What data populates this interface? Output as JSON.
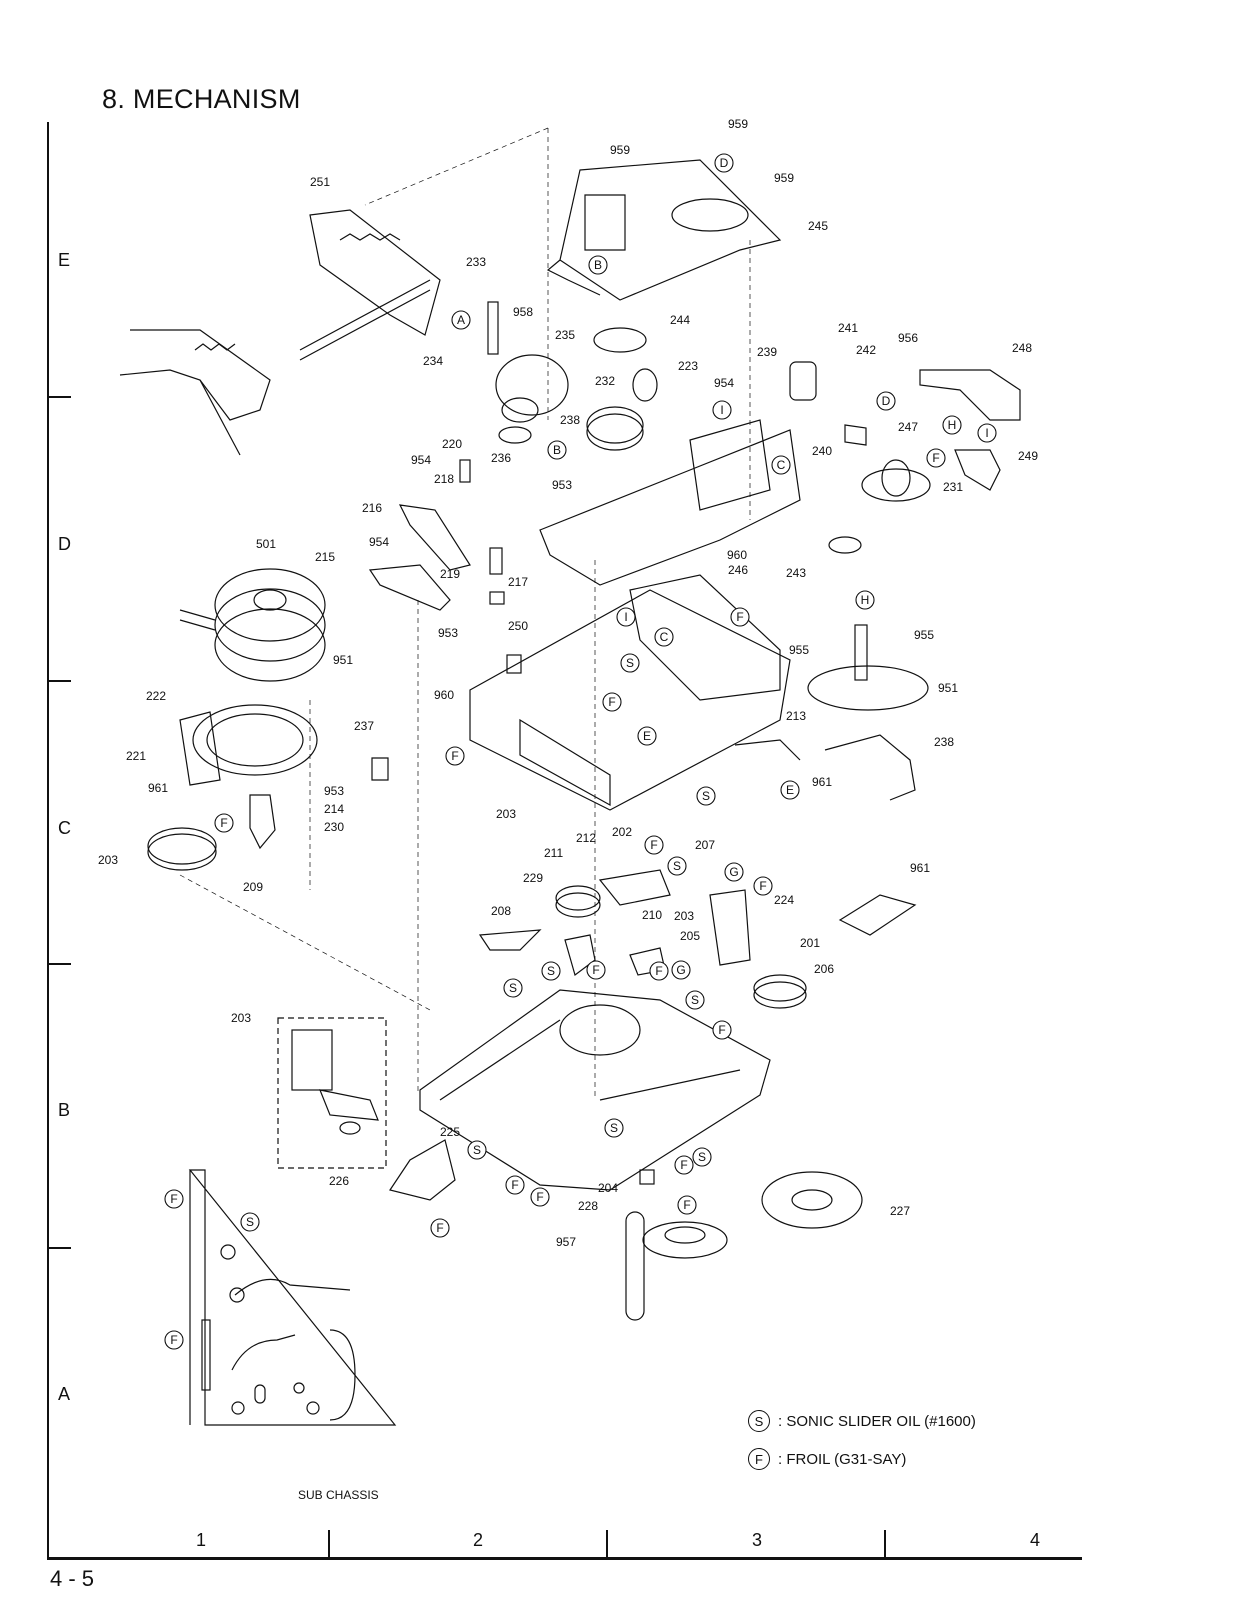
{
  "title": "8. MECHANISM",
  "page_number": "4 - 5",
  "row_labels": [
    "E",
    "D",
    "C",
    "B",
    "A"
  ],
  "column_labels": [
    "1",
    "2",
    "3",
    "4"
  ],
  "sub_chassis_label": "SUB CHASSIS",
  "legend": [
    {
      "symbol": "S",
      "text": ": SONIC SLIDER OIL (#1600)"
    },
    {
      "symbol": "F",
      "text": ": FROIL (G31-SAY)"
    }
  ],
  "part_labels": [
    "959",
    "959",
    "959",
    "245",
    "251",
    "233",
    "958",
    "244",
    "241",
    "956",
    "248",
    "235",
    "223",
    "242",
    "239",
    "232",
    "954",
    "234",
    "247",
    "238",
    "240",
    "236",
    "249",
    "231",
    "220",
    "954",
    "953",
    "218",
    "216",
    "954",
    "960",
    "215",
    "219",
    "217",
    "243",
    "501",
    "250",
    "953",
    "955",
    "955",
    "951",
    "222",
    "951",
    "960",
    "246",
    "237",
    "213",
    "221",
    "238",
    "961",
    "961",
    "953",
    "214",
    "230",
    "203",
    "212",
    "202",
    "203",
    "211",
    "229",
    "207",
    "961",
    "224",
    "209",
    "208",
    "210",
    "203",
    "205",
    "201",
    "206",
    "203",
    "225",
    "226",
    "204",
    "228",
    "227",
    "957"
  ],
  "callouts": [
    "D",
    "B",
    "A",
    "I",
    "C",
    "D",
    "H",
    "I",
    "F",
    "B",
    "I",
    "H",
    "F",
    "C",
    "S",
    "F",
    "E",
    "S",
    "E",
    "F",
    "F",
    "F",
    "S",
    "G",
    "F",
    "S",
    "F",
    "G",
    "F",
    "S",
    "S",
    "F",
    "S",
    "S",
    "F",
    "S",
    "F",
    "F",
    "F",
    "F",
    "S",
    "F",
    "F"
  ]
}
